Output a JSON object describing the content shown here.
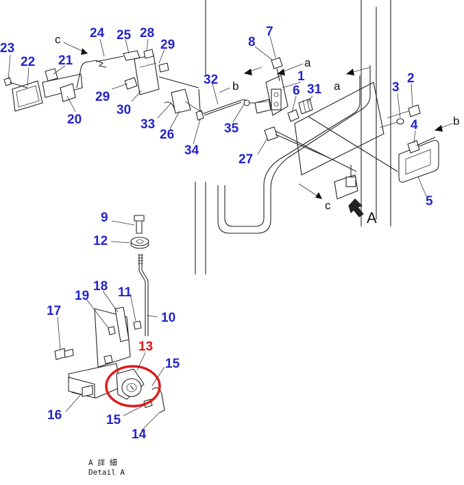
{
  "parts": {
    "p1": "1",
    "p2": "2",
    "p3": "3",
    "p4": "4",
    "p5": "5",
    "p6": "6",
    "p7": "7",
    "p8": "8",
    "p9": "9",
    "p10": "10",
    "p11": "11",
    "p12": "12",
    "p13": "13",
    "p14": "14",
    "p15a": "15",
    "p15b": "15",
    "p16": "16",
    "p17": "17",
    "p18": "18",
    "p19": "19",
    "p20": "20",
    "p21": "21",
    "p22": "22",
    "p23": "23",
    "p24": "24",
    "p25": "25",
    "p26": "26",
    "p27": "27",
    "p28": "28",
    "p29a": "29",
    "p29b": "29",
    "p30": "30",
    "p31": "31",
    "p32": "32",
    "p33": "33",
    "p34": "34",
    "p35": "35"
  },
  "refs": {
    "a1": "a",
    "a2": "a",
    "b1": "b",
    "b2": "b",
    "c1": "c",
    "c2": "c",
    "A": "A"
  },
  "caption": {
    "jp": "A 詳 細",
    "en": "Detail A"
  },
  "highlight_color": "#e01818",
  "label_color": "#2323cc"
}
